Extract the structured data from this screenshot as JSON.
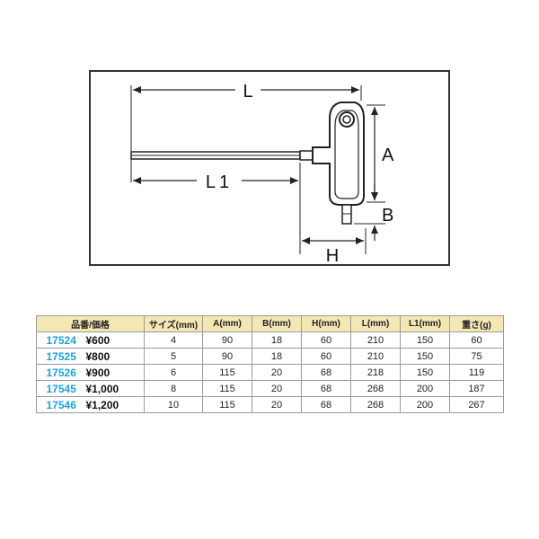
{
  "diagram": {
    "labels": {
      "L": "L",
      "L1": "L1",
      "A": "A",
      "B": "B",
      "H": "H"
    },
    "colors": {
      "frame": "#333333",
      "line": "#222222"
    }
  },
  "table": {
    "headers": [
      "品番/価格",
      "サイズ(mm)",
      "A(mm)",
      "B(mm)",
      "H(mm)",
      "L(mm)",
      "L1(mm)",
      "重さ(g)"
    ],
    "rows": [
      {
        "code": "17524",
        "price": "¥600",
        "cells": [
          "4",
          "90",
          "18",
          "60",
          "210",
          "150",
          "60"
        ]
      },
      {
        "code": "17525",
        "price": "¥800",
        "cells": [
          "5",
          "90",
          "18",
          "60",
          "210",
          "150",
          "75"
        ]
      },
      {
        "code": "17526",
        "price": "¥900",
        "cells": [
          "6",
          "115",
          "20",
          "68",
          "218",
          "150",
          "119"
        ]
      },
      {
        "code": "17545",
        "price": "¥1,000",
        "cells": [
          "8",
          "115",
          "20",
          "68",
          "268",
          "200",
          "187"
        ]
      },
      {
        "code": "17546",
        "price": "¥1,200",
        "cells": [
          "10",
          "115",
          "20",
          "68",
          "268",
          "200",
          "267"
        ]
      }
    ],
    "colors": {
      "header_bg": "#f3e7b4",
      "code": "#1aa3d8",
      "border": "#9a9a9a"
    }
  }
}
